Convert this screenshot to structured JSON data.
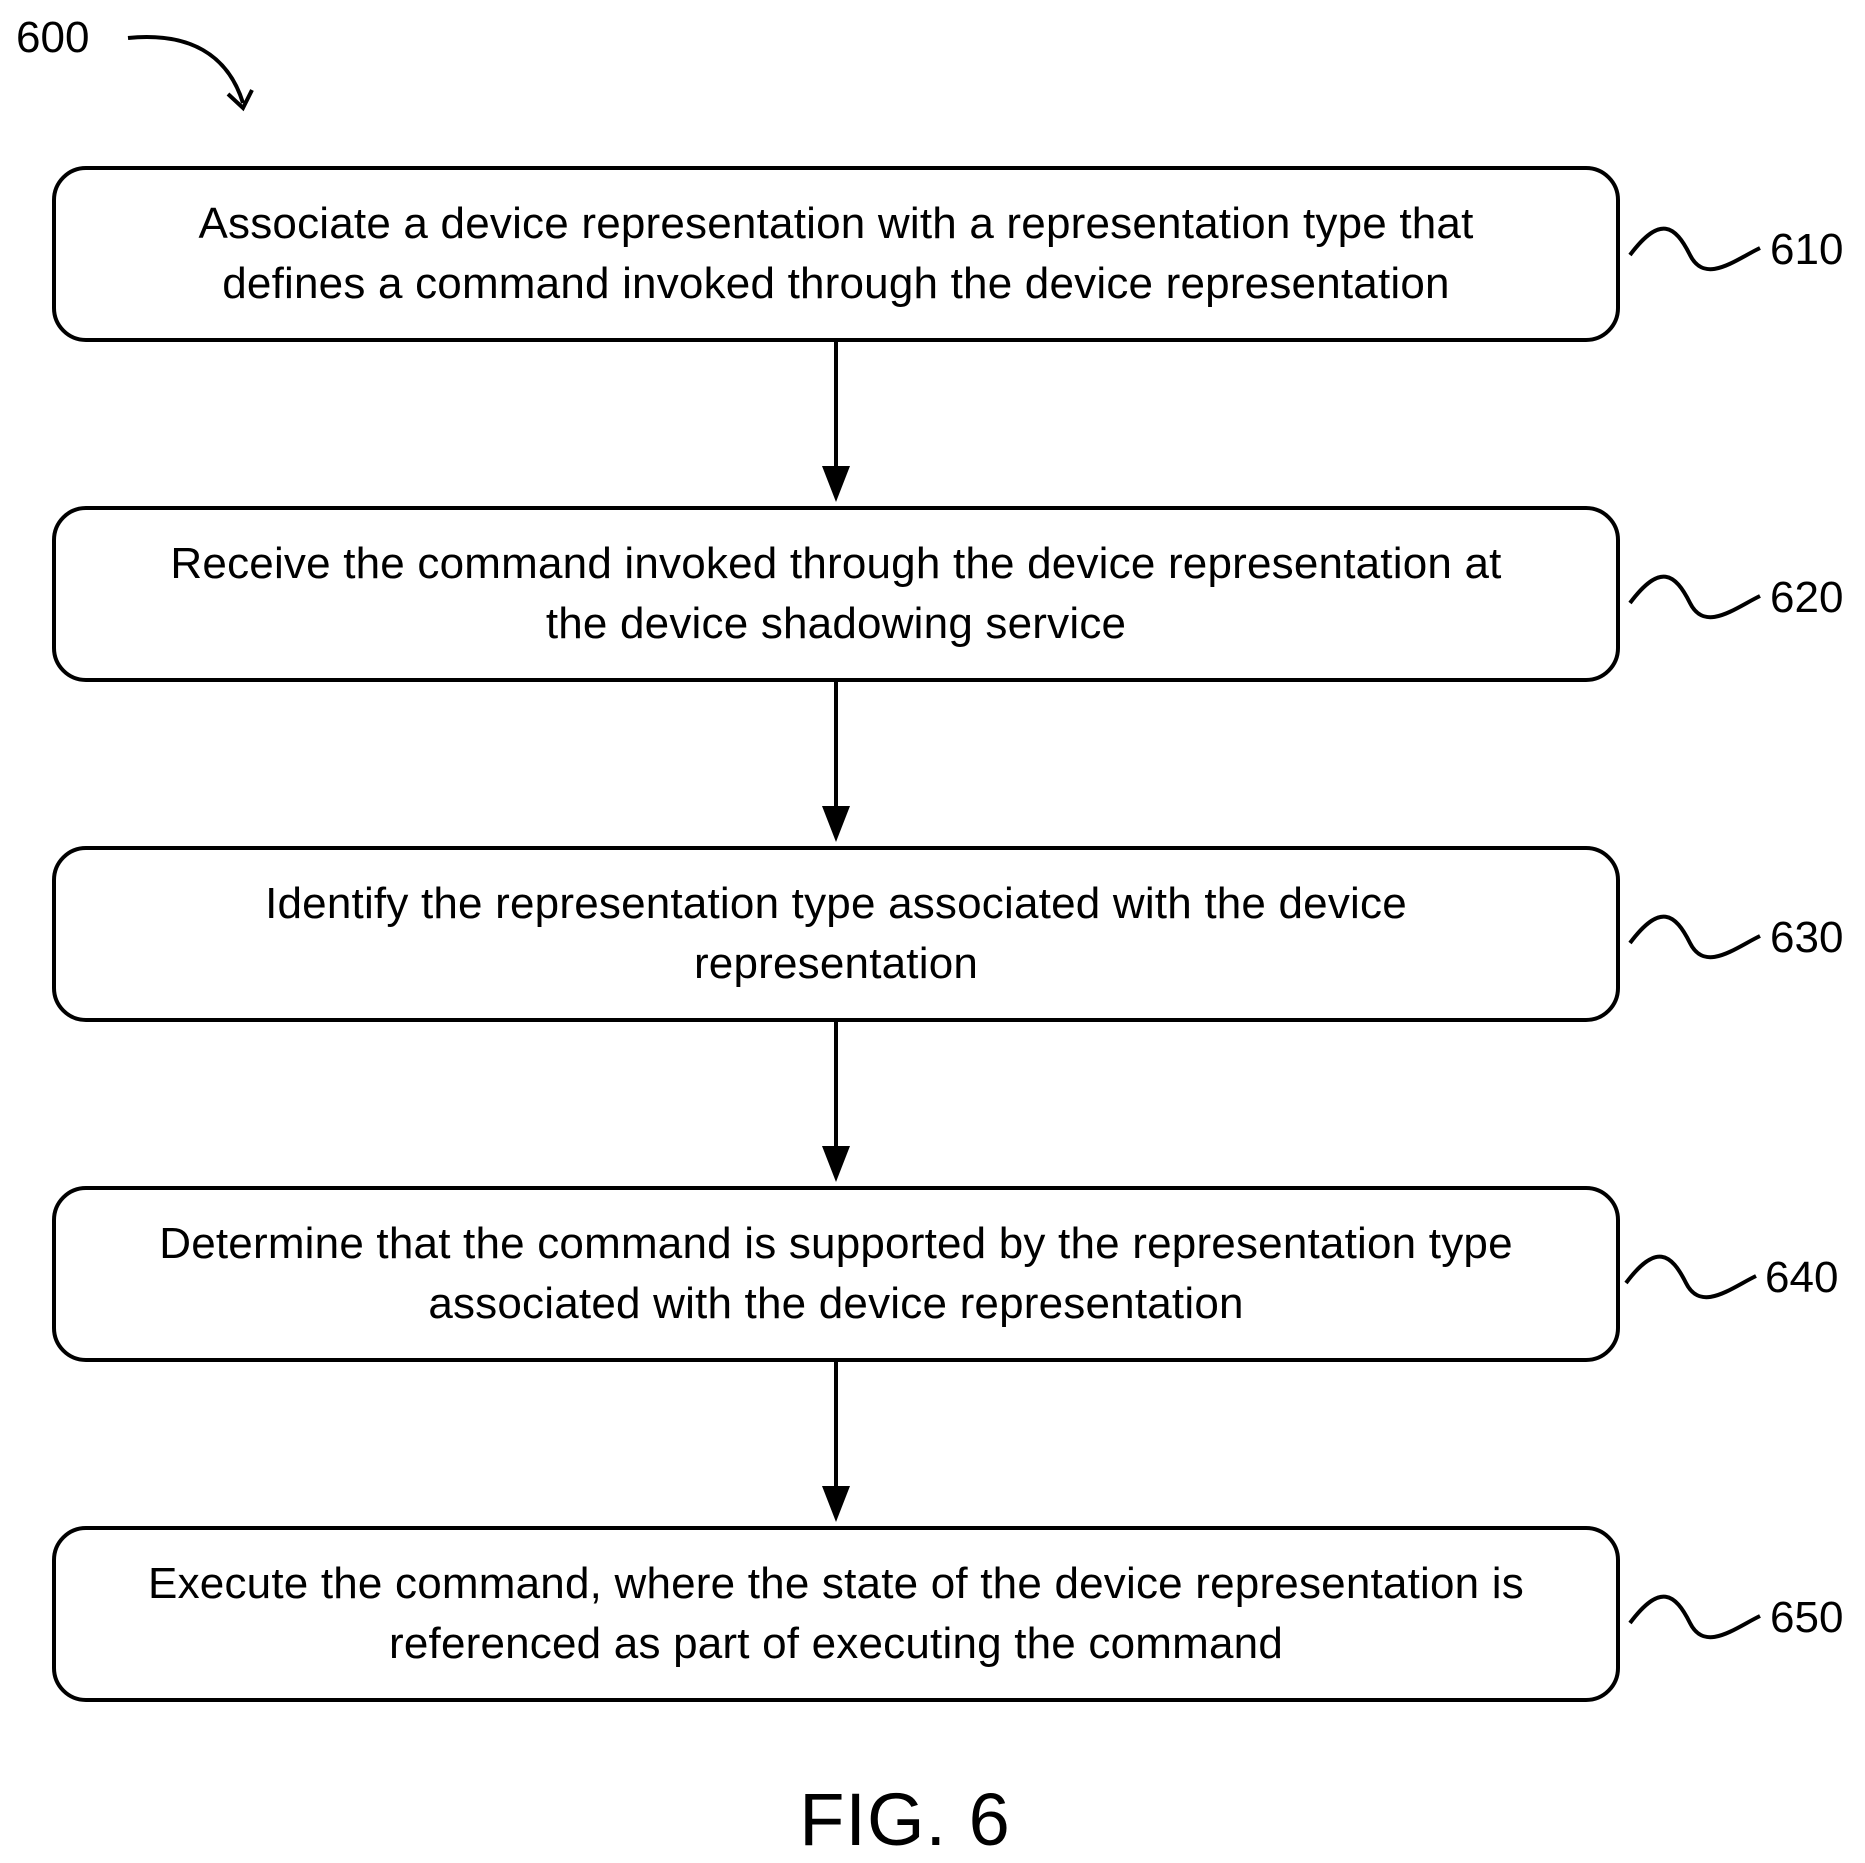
{
  "figure": {
    "reference_number": "600",
    "caption": "FIG. 6"
  },
  "steps": [
    {
      "id": "610",
      "line1": "Associate a device representation with a representation type that",
      "line2": "defines a command invoked through the device representation"
    },
    {
      "id": "620",
      "line1": "Receive the command invoked through the device representation at",
      "line2": "the device shadowing service"
    },
    {
      "id": "630",
      "line1": "Identify the representation type associated with the device",
      "line2": "representation"
    },
    {
      "id": "640",
      "line1": "Determine that the command is supported by the representation type",
      "line2": "associated with the device representation"
    },
    {
      "id": "650",
      "line1": "Execute the command, where the state of the device representation is",
      "line2": "referenced as part of executing the command"
    }
  ]
}
